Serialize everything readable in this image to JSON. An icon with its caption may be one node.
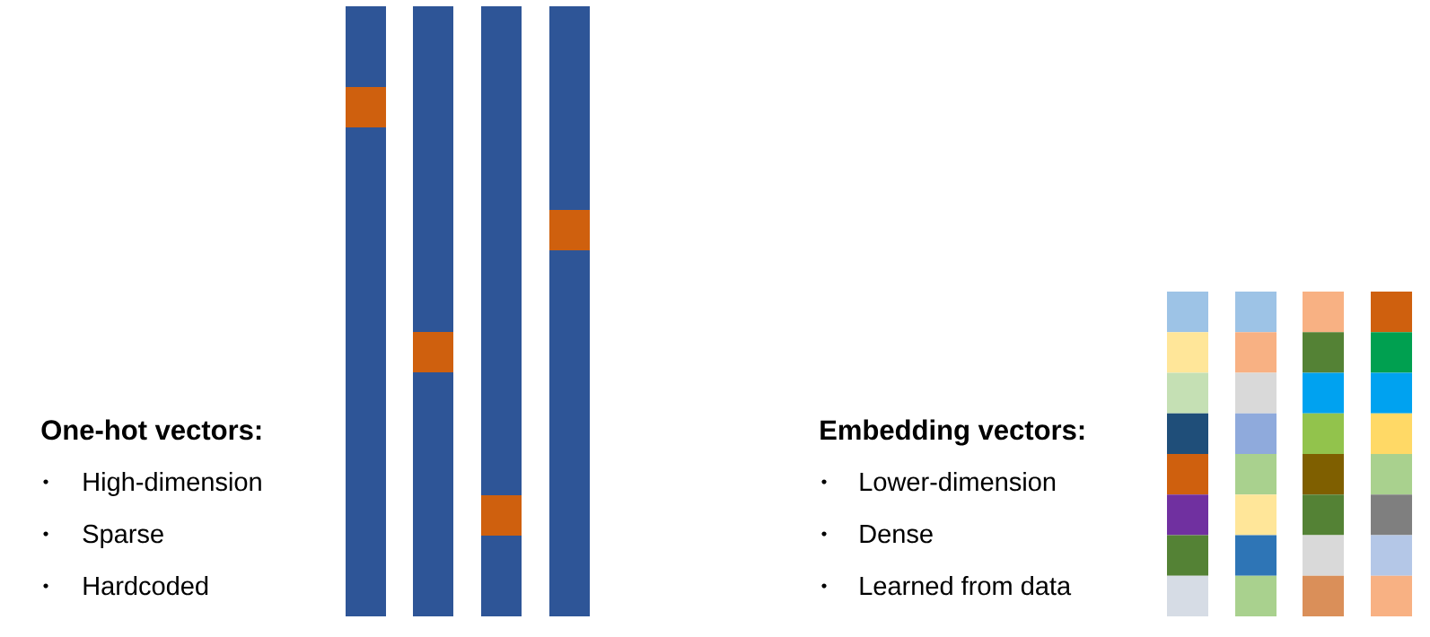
{
  "diagram": {
    "labels": [
      "One-hot vectors:",
      "High-dimension",
      "Sparse",
      "Hardcoded",
      "Embedding vectors:",
      "Lower-dimension",
      "Dense",
      "Learned from data"
    ]
  }
}
